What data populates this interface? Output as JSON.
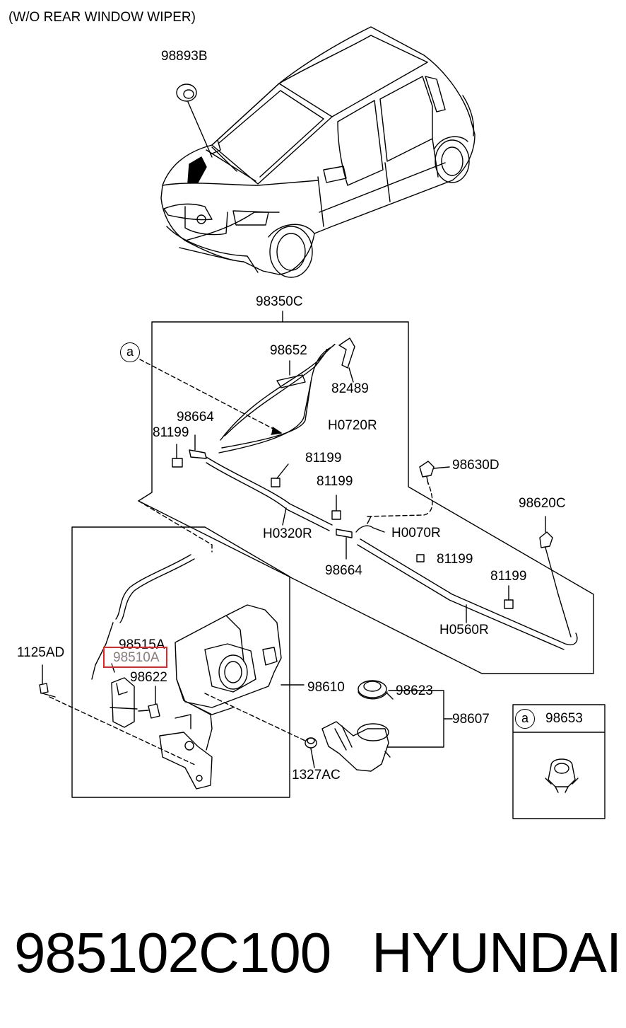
{
  "note": "(W/O REAR WINDOW WIPER)",
  "callout": {
    "letter": "a",
    "part": "98653"
  },
  "labels": {
    "l98893B": "98893B",
    "l98350C": "98350C",
    "l98652": "98652",
    "l82489": "82489",
    "l98664a": "98664",
    "l81199a": "81199",
    "lH0720R": "H0720R",
    "l81199b": "81199",
    "l81199c": "81199",
    "l98630D": "98630D",
    "l98620C": "98620C",
    "lH0320R": "H0320R",
    "lH0070R": "H0070R",
    "l98664b": "98664",
    "l81199d": "81199",
    "l81199e": "81199",
    "lH0560R": "H0560R",
    "l1125AD": "1125AD",
    "l98515A": "98515A",
    "l98510A": "98510A",
    "l98622": "98622",
    "l98610": "98610",
    "l98623": "98623",
    "l98607": "98607",
    "l1327AC": "1327AC"
  },
  "footer": {
    "part_number": "985102C100",
    "brand": "HYUNDAI"
  },
  "colors": {
    "highlight": "#e0262b",
    "line": "#000000"
  }
}
